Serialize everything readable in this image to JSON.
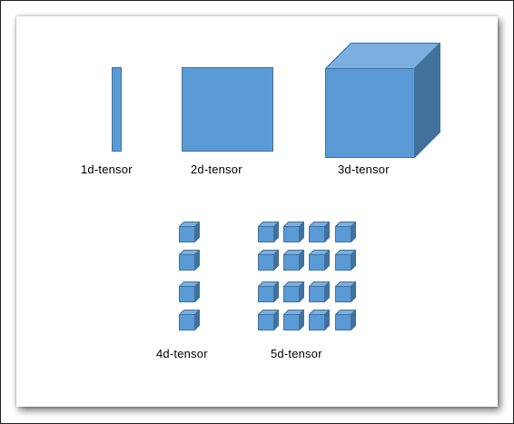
{
  "labels": {
    "t1": "1d-tensor",
    "t2": "2d-tensor",
    "t3": "3d-tensor",
    "t4": "4d-tensor",
    "t5": "5d-tensor"
  },
  "colors": {
    "face": "#5b9bd5",
    "top": "#7aafe0",
    "side": "#41719c",
    "stroke": "#41719c"
  },
  "grids": {
    "t4": {
      "rows": 4,
      "cols": 1
    },
    "t5": {
      "rows": 4,
      "cols": 4
    }
  }
}
